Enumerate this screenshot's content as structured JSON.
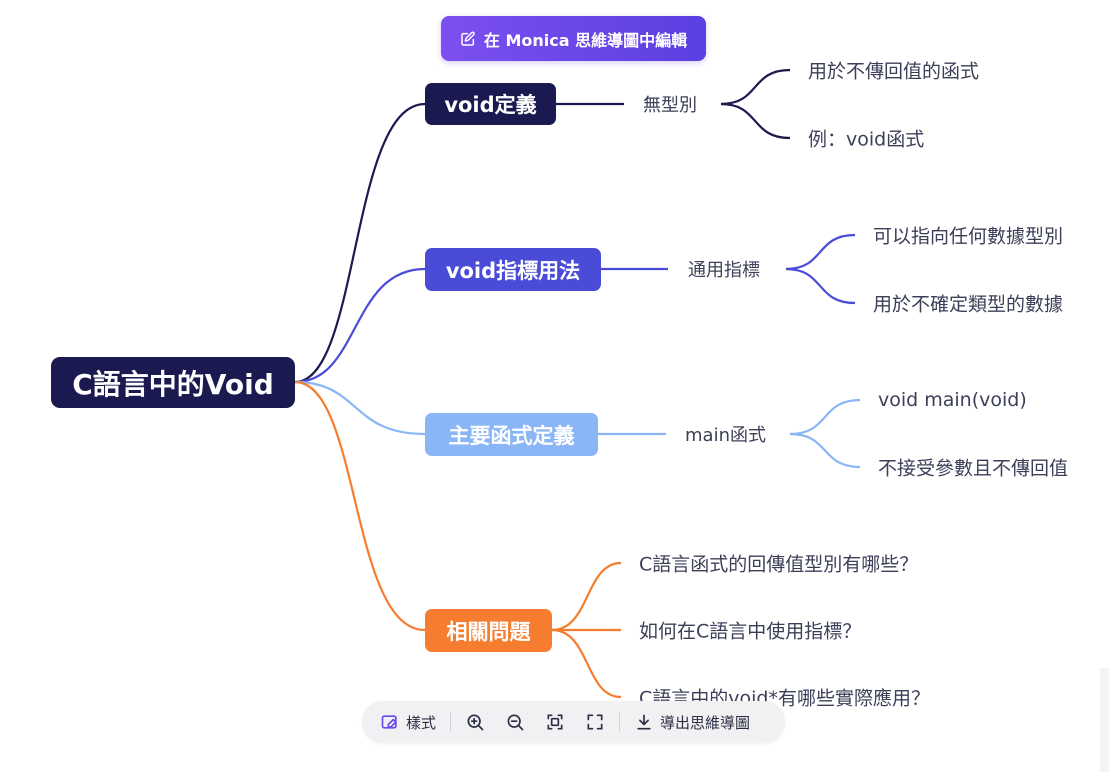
{
  "edit_button": {
    "label": "在 Monica 思維導圖中編輯",
    "icon": "pencil-square-icon"
  },
  "root": {
    "label": "C語言中的Void"
  },
  "branches": [
    {
      "label": "void定義",
      "color": "#1b1a50",
      "mid": "無型別",
      "leaves": [
        "用於不傳回值的函式",
        "例：void函式"
      ]
    },
    {
      "label": "void指標用法",
      "color": "#4a4cd8",
      "mid": "通用指標",
      "leaves": [
        "可以指向任何數據型別",
        "用於不確定類型的數據"
      ]
    },
    {
      "label": "主要函式定義",
      "color": "#8ab6f7",
      "mid": "main函式",
      "leaves": [
        "void main(void)",
        "不接受參數且不傳回值"
      ]
    },
    {
      "label": "相關問題",
      "color": "#f67c2f",
      "leaves": [
        "C語言函式的回傳值型別有哪些？",
        "如何在C語言中使用指標？",
        "C語言中的void*有哪些實際應用？"
      ]
    }
  ],
  "toolbar": {
    "style_label": "樣式",
    "export_label": "導出思維導圖",
    "icons": [
      "style-icon",
      "zoom-in-icon",
      "zoom-out-icon",
      "fit-screen-icon",
      "fullscreen-icon",
      "download-icon"
    ]
  }
}
